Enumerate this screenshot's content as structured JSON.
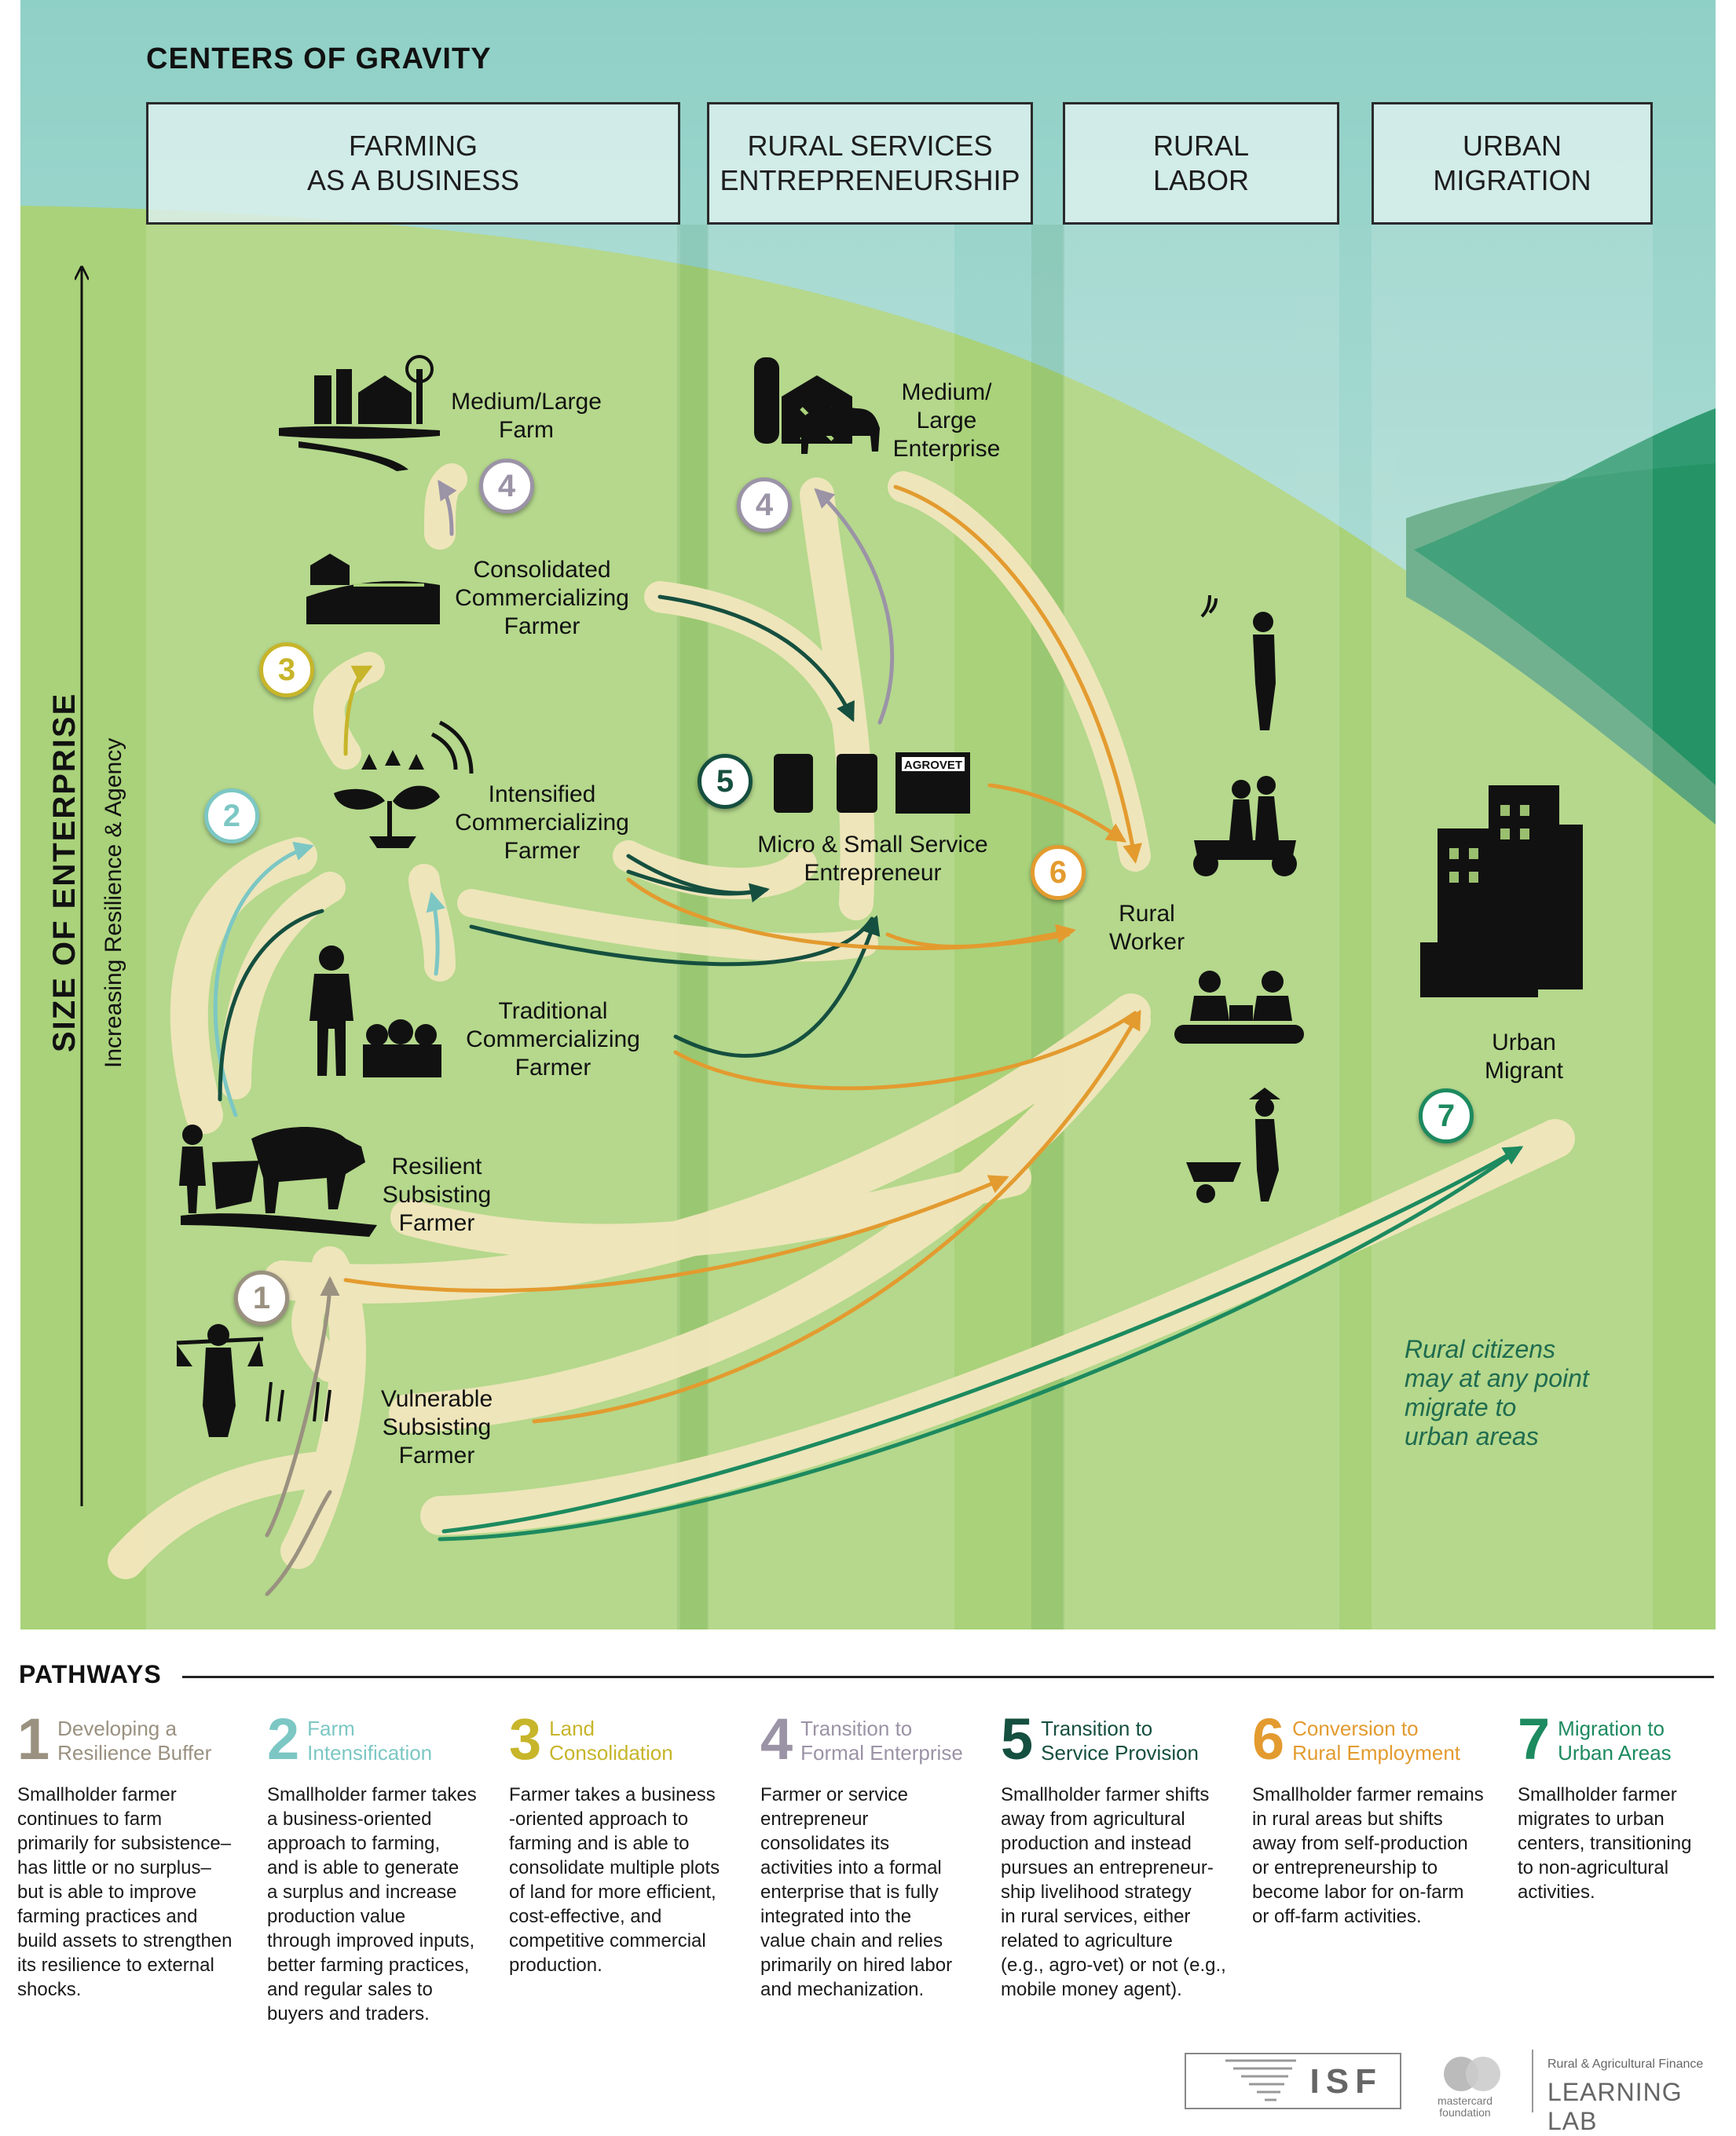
{
  "header": {
    "title": "CENTERS OF GRAVITY"
  },
  "columns": [
    {
      "line1": "FARMING",
      "line2": "AS A BUSINESS"
    },
    {
      "line1": "RURAL SERVICES",
      "line2": "ENTREPRENEURSHIP"
    },
    {
      "line1": "RURAL",
      "line2": "LABOR"
    },
    {
      "line1": "URBAN",
      "line2": "MIGRATION"
    }
  ],
  "axis": {
    "main": "SIZE OF ENTERPRISE",
    "sub": "Increasing Resilience & Agency"
  },
  "nodes": {
    "medium_large_farm": [
      "Medium/Large",
      "Farm"
    ],
    "medium_large_enterprise": [
      "Medium/",
      "Large",
      "Enterprise"
    ],
    "consolidated": [
      "Consolidated",
      "Commercializing",
      "Farmer"
    ],
    "intensified": [
      "Intensified",
      "Commercializing",
      "Farmer"
    ],
    "micro_small": [
      "Micro & Small Service",
      "Entrepreneur"
    ],
    "traditional": [
      "Traditional",
      "Commercializing",
      "Farmer"
    ],
    "rural_worker": [
      "Rural",
      "Worker"
    ],
    "resilient": [
      "Resilient",
      "Subsisting",
      "Farmer"
    ],
    "vulnerable": [
      "Vulnerable",
      "Subsisting",
      "Farmer"
    ],
    "urban_migrant": [
      "Urban",
      "Migrant"
    ]
  },
  "store_sign": "AGROVET",
  "migrate_note": [
    "Rural citizens",
    "may at any point",
    "migrate to",
    "urban areas"
  ],
  "badges": {
    "b1": "1",
    "b2": "2",
    "b3": "3",
    "b4a": "4",
    "b4b": "4",
    "b5": "5",
    "b6": "6",
    "b7": "7"
  },
  "pathway_colors": {
    "p1": "#9a9180",
    "p2": "#7cc7c4",
    "p3": "#c7b52a",
    "p4": "#9b93a6",
    "p5": "#154f3f",
    "p6": "#e39b2f",
    "p7": "#1d8a5f"
  },
  "pathways_title": "PATHWAYS",
  "pathways": [
    {
      "num": "1",
      "name": [
        "Developing a",
        "Resilience Buffer"
      ],
      "desc": [
        "Smallholder farmer",
        "continues to farm",
        "primarily for subsistence–",
        "has little or no surplus–",
        "but is able to improve",
        "farming practices and",
        "build assets to strengthen",
        "its resilience to external",
        "shocks."
      ]
    },
    {
      "num": "2",
      "name": [
        "Farm",
        "Intensification"
      ],
      "desc": [
        "Smallholder farmer takes",
        "a business-oriented",
        "approach to farming,",
        "and is able to generate",
        "a surplus and increase",
        "production value",
        "through improved inputs,",
        "better farming practices,",
        "and regular sales to",
        "buyers and traders."
      ]
    },
    {
      "num": "3",
      "name": [
        "Land",
        "Consolidation"
      ],
      "desc": [
        "Farmer takes a business",
        "-oriented approach to",
        "farming and is able to",
        "consolidate multiple plots",
        "of land for more efficient,",
        "cost-effective, and",
        "competitive commercial",
        "production."
      ]
    },
    {
      "num": "4",
      "name": [
        "Transition to",
        "Formal Enterprise"
      ],
      "desc": [
        "Farmer or service",
        "entrepreneur",
        "consolidates its",
        "activities into a formal",
        "enterprise that is fully",
        "integrated into the",
        "value chain and relies",
        "primarily on hired labor",
        "and mechanization."
      ]
    },
    {
      "num": "5",
      "name": [
        "Transition to",
        "Service Provision"
      ],
      "desc": [
        "Smallholder farmer shifts",
        "away from agricultural",
        "production and instead",
        "pursues an entrepreneur-",
        "ship livelihood strategy",
        "in rural services, either",
        "related to agriculture",
        "(e.g., agro-vet) or not (e.g.,",
        "mobile money agent)."
      ]
    },
    {
      "num": "6",
      "name": [
        "Conversion to",
        "Rural Employment"
      ],
      "desc": [
        "Smallholder farmer remains",
        "in rural areas but shifts",
        "away from self-production",
        "or entrepreneurship to",
        "become labor for on-farm",
        "or off-farm activities."
      ]
    },
    {
      "num": "7",
      "name": [
        "Migration to",
        "Urban Areas"
      ],
      "desc": [
        "Smallholder farmer",
        "migrates to urban",
        "centers, transitioning",
        "to non-agricultural",
        "activities."
      ]
    }
  ],
  "footer": {
    "isf": "ISF",
    "mastercard": [
      "mastercard",
      "foundation"
    ],
    "ll_small": "Rural & Agricultural Finance",
    "ll_big": "LEARNING LAB"
  }
}
